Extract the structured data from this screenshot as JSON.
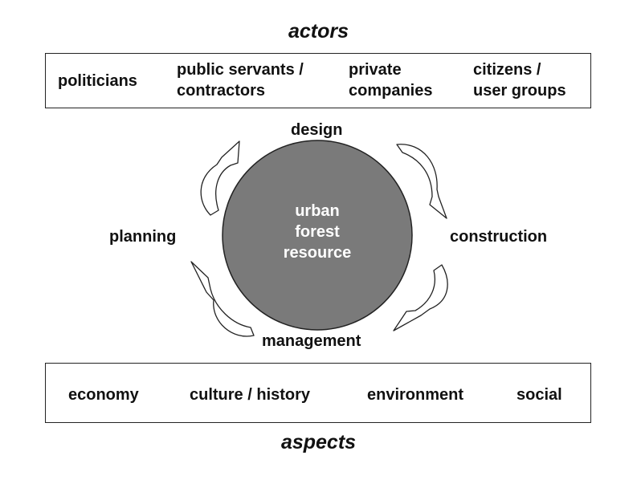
{
  "actors": {
    "title": "actors",
    "items": [
      {
        "line1": "politicians",
        "line2": ""
      },
      {
        "line1": "public servants /",
        "line2": "contractors"
      },
      {
        "line1": "private",
        "line2": "companies"
      },
      {
        "line1": "citizens /",
        "line2": "user groups"
      }
    ]
  },
  "cycle": {
    "center": {
      "line1": "urban",
      "line2": "forest",
      "line3": "resource"
    },
    "stages": {
      "top": "design",
      "right": "construction",
      "bottom": "management",
      "left": "planning"
    },
    "circle_color": "#7a7a7a"
  },
  "aspects": {
    "title": "aspects",
    "items": [
      "economy",
      "culture / history",
      "environment",
      "social"
    ]
  }
}
